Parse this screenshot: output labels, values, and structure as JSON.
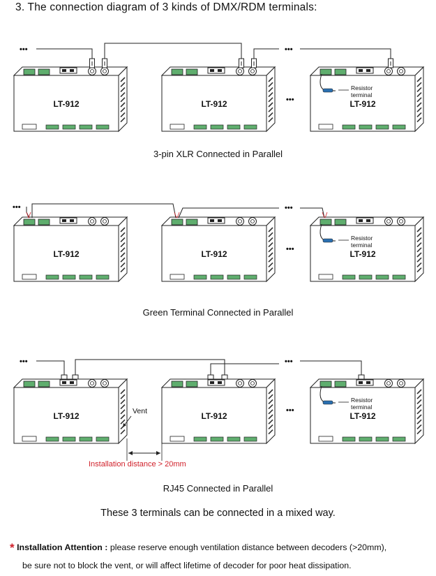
{
  "heading": "3. The connection diagram of 3 kinds  of  DMX/RDM terminals:",
  "device_label": "LT-912",
  "ellipsis": "•••",
  "resistor_label_line1": "Resistor",
  "resistor_label_line2": "terminal",
  "vent_label": "Vent",
  "installation_distance": "Installation distance > 20mm",
  "captions": {
    "xlr": "3-pin XLR Connected in Parallel",
    "green": "Green Terminal Connected in Parallel",
    "rj45": "RJ45 Connected in Parallel"
  },
  "mixed_text": "These 3 terminals can be connected in a mixed way.",
  "note": {
    "star": "*",
    "label": "Installation Attention :",
    "text1": " please reserve enough ventilation distance between decoders (>20mm),",
    "text2": "be sure not to block the vent, or will affect lifetime of decoder for poor heat dissipation."
  },
  "colors": {
    "red": "#d0202a",
    "green_terminal": "#5fae6e",
    "resistor": "#2a6fb0"
  }
}
